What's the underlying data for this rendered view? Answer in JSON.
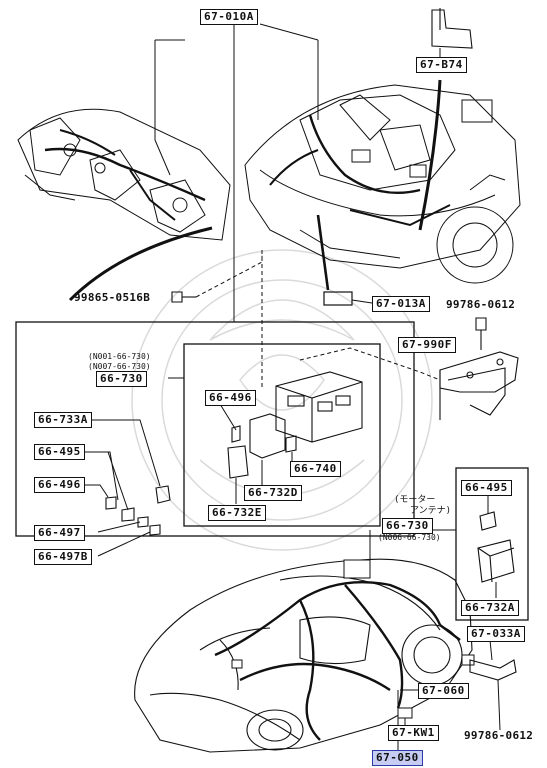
{
  "labels": {
    "l67_010a": "67-010A",
    "l67_b74": "67-B74",
    "l99865": "99865-0516B",
    "l67_013a": "67-013A",
    "l99786a": "99786-0612",
    "l67_990f": "67-990F",
    "n001": "(N001-66-730)",
    "n007": "(N007-66-730)",
    "l66_730a": "66-730",
    "l66_496a": "66-496",
    "l66_733a": "66-733A",
    "l66_495a": "66-495",
    "l66_496b": "66-496",
    "l66_497": "66-497",
    "l66_497b": "66-497B",
    "l66_740": "66-740",
    "l66_732d": "66-732D",
    "l66_732e": "66-732E",
    "motor": "(モーター",
    "antenna": "アンテナ)",
    "l66_730b": "66-730",
    "n006": "(N006-66-730)",
    "l66_495b": "66-495",
    "l66_732a": "66-732A",
    "l67_033a": "67-033A",
    "l67_060": "67-060",
    "l67_kw1": "67-KW1",
    "l99786b": "99786-0612",
    "l67_050": "67-050"
  },
  "colors": {
    "ink": "#111111",
    "highlight": "#c6ccf2",
    "watermark": "#d7d7d7"
  }
}
